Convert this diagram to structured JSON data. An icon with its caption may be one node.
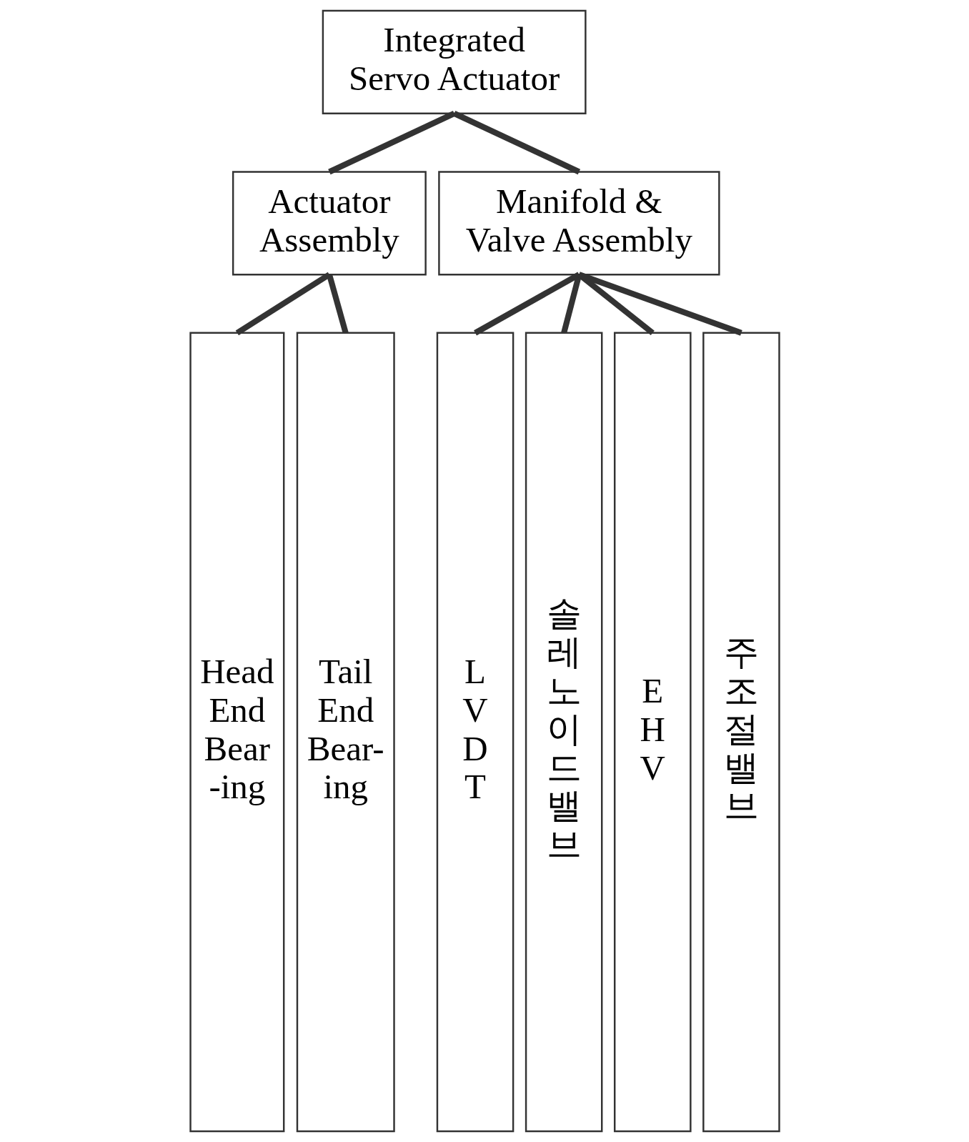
{
  "diagram": {
    "nodes": [
      {
        "text": [
          "Integrated Servo Actuator"
        ]
      },
      {
        "text": [
          "Actuator Assembly"
        ]
      },
      {
        "text": [
          "Manifold & Valve Assembly"
        ]
      },
      {
        "text": [
          "Head End Bear -ing"
        ]
      },
      {
        "text": [
          "Tail End Bear- ing"
        ]
      },
      {
        "text": [
          "L V D T"
        ]
      },
      {
        "text": [
          "솔레노이드밸브"
        ]
      },
      {
        "text": [
          "E H V"
        ]
      },
      {
        "text": [
          "주조절밸브"
        ]
      }
    ],
    "edges": [
      {
        "from": 0,
        "to": 1,
        "arrow": "none"
      },
      {
        "from": 0,
        "to": 2,
        "arrow": "none"
      },
      {
        "from": 1,
        "to": 3,
        "arrow": "none"
      },
      {
        "from": 1,
        "to": 4,
        "arrow": "none"
      },
      {
        "from": 2,
        "to": 5,
        "arrow": "none"
      },
      {
        "from": 2,
        "to": 6,
        "arrow": "none"
      },
      {
        "from": 2,
        "to": 7,
        "arrow": "none"
      },
      {
        "from": 2,
        "to": 8,
        "arrow": "none"
      }
    ]
  }
}
